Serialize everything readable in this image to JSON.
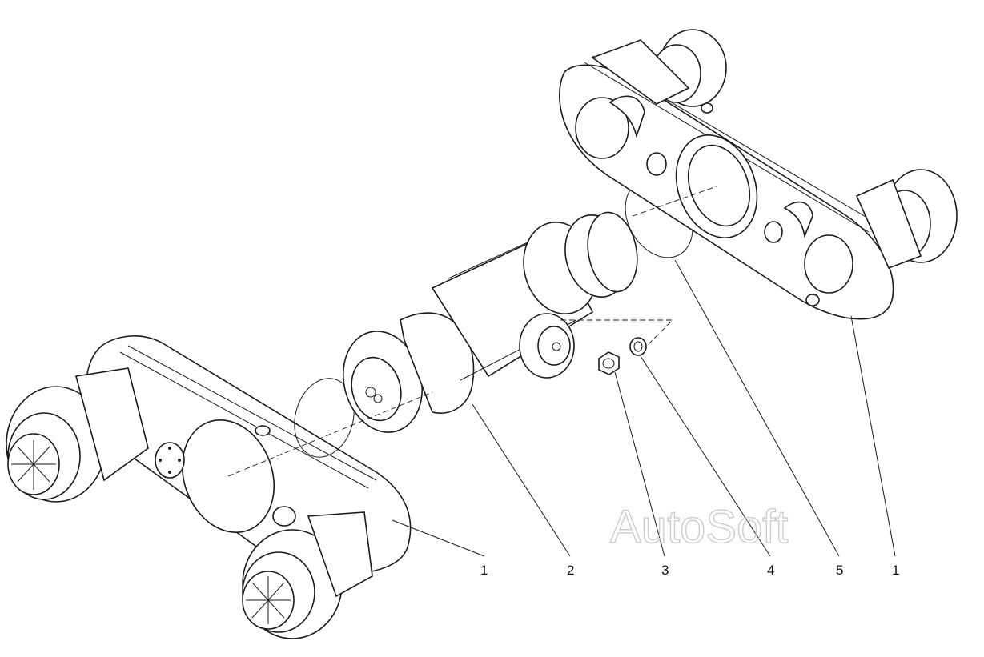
{
  "callouts": [
    {
      "id": "left-housing",
      "number": "1"
    },
    {
      "id": "center-shaft",
      "number": "2"
    },
    {
      "id": "nut",
      "number": "3"
    },
    {
      "id": "washer",
      "number": "4"
    },
    {
      "id": "seal-ring",
      "number": "5"
    },
    {
      "id": "right-housing",
      "number": "1"
    }
  ],
  "watermark": "AutoSoft"
}
